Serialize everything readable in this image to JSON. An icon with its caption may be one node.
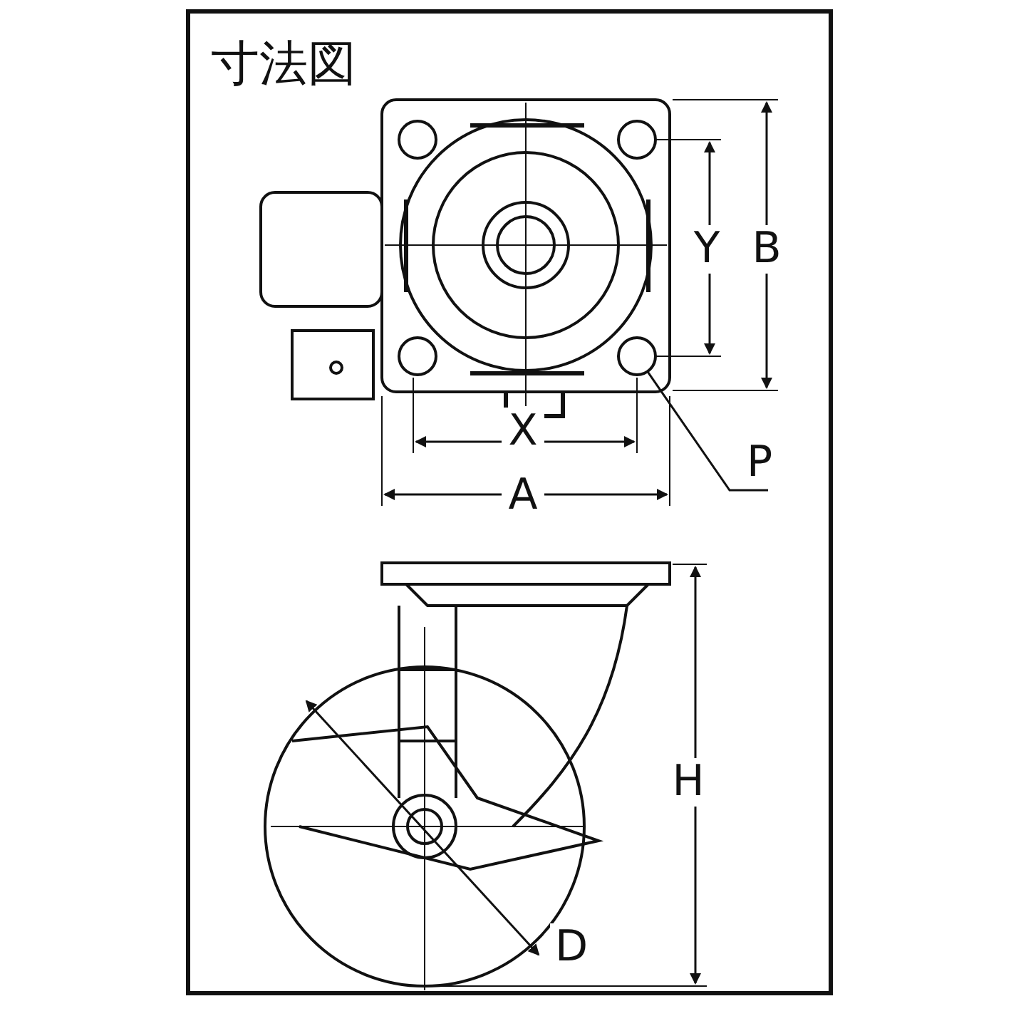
{
  "diagram": {
    "title": "寸法図",
    "nodes": [
      {
        "text": [
          "P"
        ]
      },
      {
        "text": [],
        "shape": "circle"
      }
    ],
    "edges": [
      {
        "from": 0,
        "to": 1,
        "arrow": "none"
      }
    ],
    "labels": [
      "Y",
      "B",
      "X",
      "A",
      "H",
      "D"
    ]
  }
}
